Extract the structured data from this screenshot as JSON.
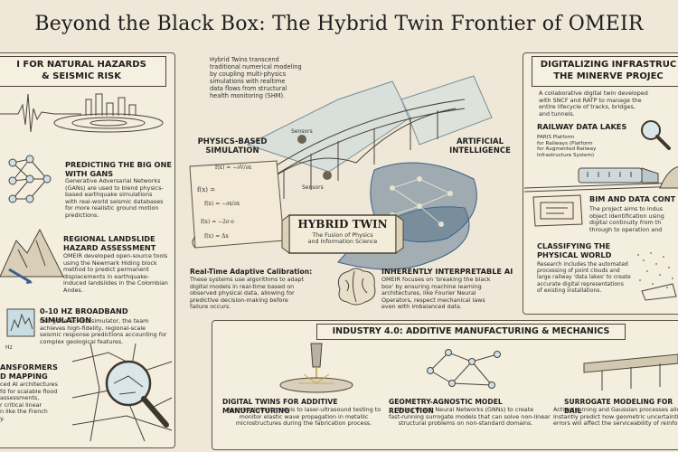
{
  "title": "Beyond the Black Box: The Hybrid Twin Frontier of OMEIR",
  "left": {
    "banner": "I FOR NATURAL HAZARDS\n& SEISMIC RISK",
    "sections": [
      {
        "head": "PREDICTING THE BIG ONE\nWITH GANS",
        "body": "Generative Adversarial Networks\n(GANs) are used to blend physics-\nbased earthquake simulations\nwith real-world seismic databases\nfor more realistic ground motion\npredictions."
      },
      {
        "head": "REGIONAL LANDSLIDE\nHAZARD ASSESSMENT",
        "body": "OMEIR developed open-source tools\nusing the Newmark Hiding block\nmethod to predict permanent\ndisplacements in earthquake-\ninduced landslides in the Colombian\nAndes."
      },
      {
        "head": "0-10 Hz BROADBAND SIMULATION",
        "body": "Using the SEMSD simulator, the team\nachieves high-fidelity, regional-scale\nseismic response predictions accounting for\ncomplex geological features."
      },
      {
        "head": "ANSFORMERS\nD MAPPING",
        "body": "ced AI architectures\nfd for scalable flood\nassessments,\nr critical linear\nn like the French\ny."
      }
    ],
    "axis_label": "Hz"
  },
  "center": {
    "intro": "Hybrid Twins transcend\ntraditional numerical modeling\nby coupling multi-physics\nsimulations with realtime\ndata flows from structural\nhealth monitoring (SHM).",
    "sensors_top": "Sensors",
    "sensors_bottom": "Sensors",
    "physics_label": "PHYSICS-BASED\nSIMULATION",
    "ai_label": "ARTIFICIAL\nINTELLIGENCE",
    "scroll_title": "HYBRID TWIN",
    "scroll_sub": "The Fusion of Physics\nand Information Science",
    "calibration_head": "Real-Time Adaptive Calibration:",
    "calibration_body": "These systems use algorithms to adapt\ndigital models in real-time based on\nobserved physical data, allowing for\npredictive decision-making before\nfailure occurs.",
    "interp_head": "INHERENTLY INTERPRETABLE AI",
    "interp_body": "OMEIR focuses on 'breaking the black\nbox' by ensuring machine learning\narchitectures, like Fourier Neural\nOperators, respect mechanical laws\neven with imbalanced data."
  },
  "right": {
    "banner": "DIGITALIZING INFRASTRUC\nTHE MINERVE PROJEC",
    "intro": "A collaborative digital twin developed\nwith SNCF and RATP to manage the\nentire lifecycle of tracks, bridges,\nand tunnels.",
    "lakes_head": "RAILWAY DATA LAKES",
    "lakes_body": "PARIS Platform\nfor Railways (Platform\nfor Augmented Railway\nInfrastructure System)",
    "bim_head": "BIM AND DATA CONT",
    "bim_body": "The project aims to indus\nobject identification using\ndigital continuity from th\nthrough to operation and",
    "classify_head": "CLASSIFYING THE\nPHYSICAL WORLD",
    "classify_body": "Research includes the automated\nprocessing of point clouds and\nlarge railway 'data lakes' to create\naccurate digital representations\nof existing installations."
  },
  "bottom": {
    "banner": "INDUSTRY 4.0: ADDITIVE MANUFACTURING & MECHANICS",
    "items": [
      {
        "head": "DIGITAL TWINS FOR ADDITIVE MANUFACTURING",
        "body": "Applying hybrid models to laser-ultrasound testing to\nmonitor elastic wave propagation in metallic\nmicrostructures during the fabrication process."
      },
      {
        "head": "GEOMETRY-AGNOSTIC MODEL REDUCTION",
        "body": "Using Graph Neural Networks (GNNs) to create\nfast-running surrogate models that can solve non-linear\nstructural problems on non-standard domains."
      },
      {
        "head": "SURROGATE MODELING FOR BAIL",
        "body": "Active learning and Gaussian processes allow\ninstantly predict how geometric uncertainties c\nerrors will affect the serviceability of reinforced c"
      }
    ]
  },
  "formulas": [
    "f(x) = −∂V/∂x",
    "f(x) =",
    "f(x) = −∂x/∂x",
    "f(x) = −2e·e",
    "f(x) = Δx"
  ]
}
